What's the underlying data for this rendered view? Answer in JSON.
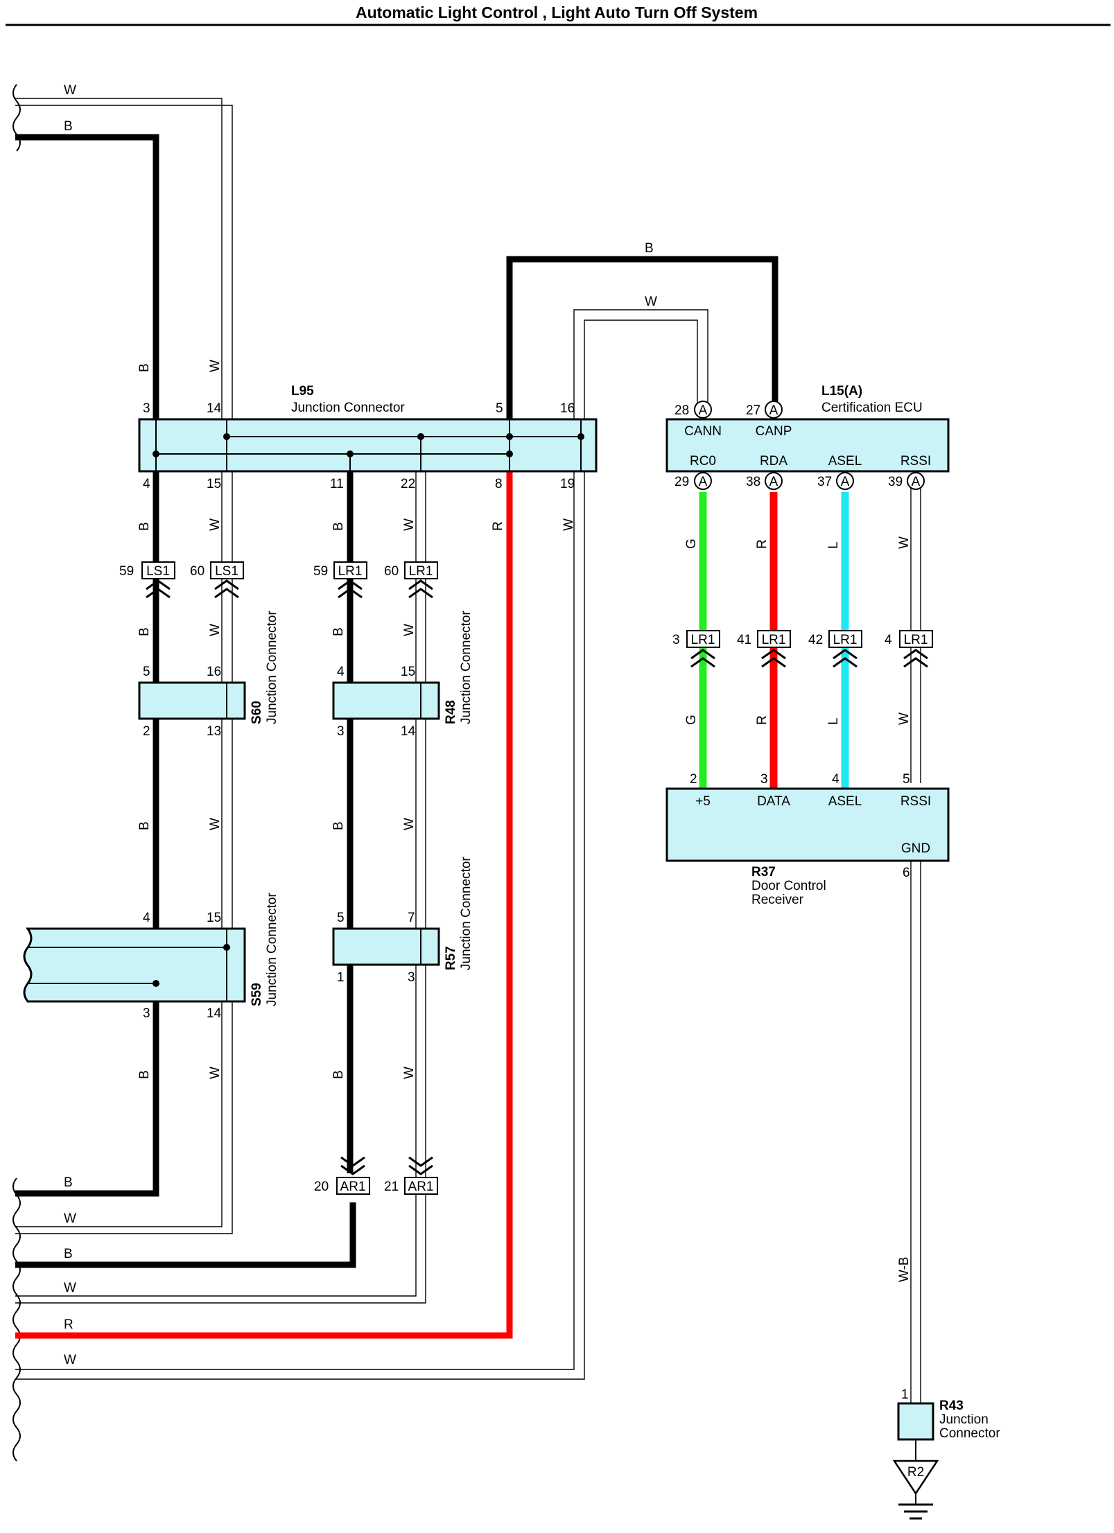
{
  "title": "Automatic Light Control , Light Auto Turn Off System",
  "colors": {
    "black": "#000000",
    "red": "#ff0000",
    "green": "#22ee22",
    "blue": "#1ee8f0",
    "box": "#c9f3f7"
  },
  "wire_codes": {
    "B": "B",
    "W": "W",
    "R": "R",
    "G": "G",
    "L": "L",
    "WB": "W-B"
  },
  "connectors": {
    "L95": {
      "code": "L95",
      "name": "Junction Connector",
      "pins_top": [
        "3",
        "14",
        "5",
        "16"
      ],
      "pins_bottom": [
        "4",
        "15",
        "11",
        "22",
        "8",
        "19"
      ]
    },
    "L15": {
      "code": "L15(A)",
      "name": "Certification ECU",
      "pins_top": [
        "28",
        "27"
      ],
      "pins_bottom": [
        "29",
        "38",
        "37",
        "39"
      ],
      "terms_top": [
        "CANN",
        "CANP"
      ],
      "terms_bottom": [
        "RC0",
        "RDA",
        "ASEL",
        "RSSI"
      ],
      "mark": "A"
    },
    "S60": {
      "code": "S60",
      "name": "Junction Connector",
      "pins_top": [
        "5",
        "16"
      ],
      "pins_bottom": [
        "2",
        "13"
      ]
    },
    "R48": {
      "code": "R48",
      "name": "Junction Connector",
      "pins_top": [
        "4",
        "15"
      ],
      "pins_bottom": [
        "3",
        "14"
      ]
    },
    "S59": {
      "code": "S59",
      "name": "Junction Connector",
      "pins_top": [
        "4",
        "15"
      ],
      "pins_bottom": [
        "3",
        "14"
      ]
    },
    "R57": {
      "code": "R57",
      "name": "Junction Connector",
      "pins_top": [
        "5",
        "7"
      ],
      "pins_bottom": [
        "1",
        "3"
      ]
    },
    "R37": {
      "code": "R37",
      "name_line1": "Door Control",
      "name_line2": "Receiver",
      "pins_top": [
        "2",
        "3",
        "4",
        "5"
      ],
      "terms_top": [
        "+5",
        "DATA",
        "ASEL",
        "RSSI"
      ],
      "term_gnd": "GND",
      "pin_gnd": "6"
    },
    "R43": {
      "code": "R43",
      "name_line1": "Junction",
      "name_line2": "Connector",
      "pin": "1"
    },
    "R2": {
      "code": "R2"
    }
  },
  "inline_connectors": {
    "ls1_a": {
      "pin": "59",
      "code": "LS1"
    },
    "ls1_b": {
      "pin": "60",
      "code": "LS1"
    },
    "lr1_a": {
      "pin": "59",
      "code": "LR1"
    },
    "lr1_b": {
      "pin": "60",
      "code": "LR1"
    },
    "lr1_c": {
      "pin": "3",
      "code": "LR1"
    },
    "lr1_d": {
      "pin": "41",
      "code": "LR1"
    },
    "lr1_e": {
      "pin": "42",
      "code": "LR1"
    },
    "lr1_f": {
      "pin": "4",
      "code": "LR1"
    },
    "ar1_a": {
      "pin": "20",
      "code": "AR1"
    },
    "ar1_b": {
      "pin": "21",
      "code": "AR1"
    }
  }
}
